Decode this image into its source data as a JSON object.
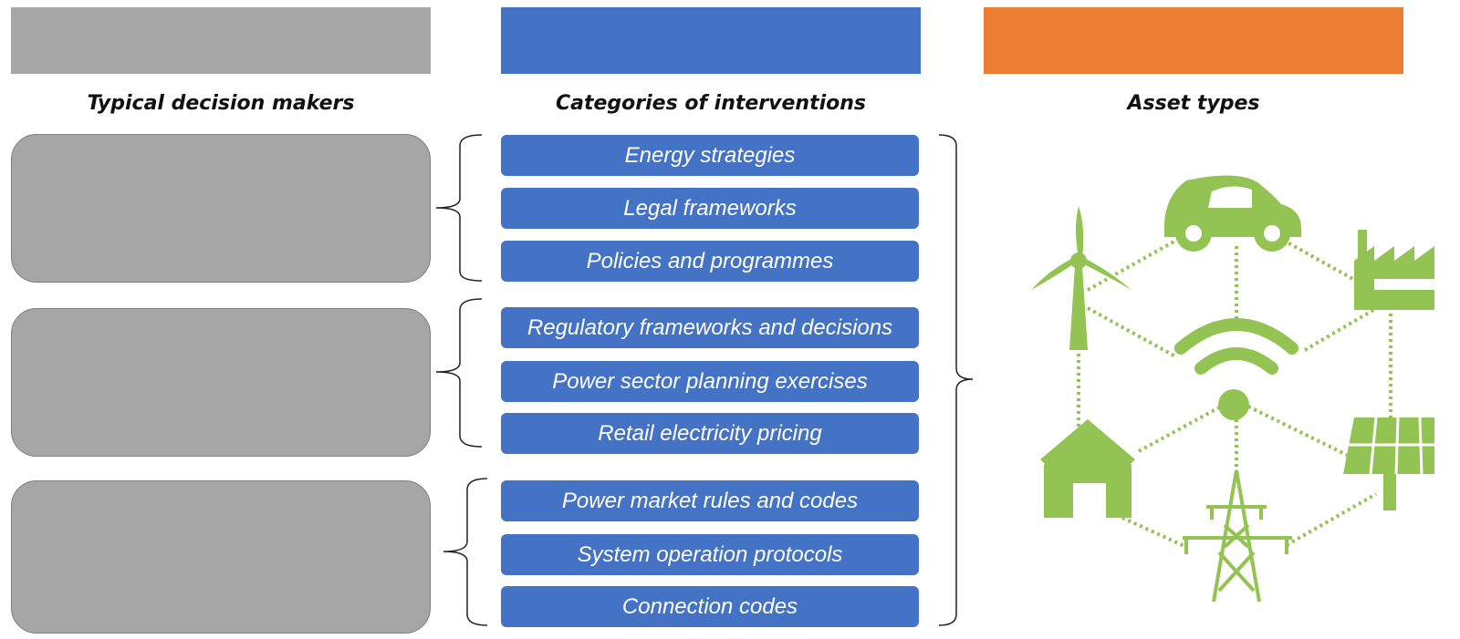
{
  "header_colors": {
    "left": "#a6a6a6",
    "middle": "#4472c4",
    "right": "#ed7d31"
  },
  "column_titles": {
    "left": "Typical decision makers",
    "middle": "Categories of interventions",
    "right": "Asset types"
  },
  "interventions": [
    "Energy strategies",
    "Legal frameworks",
    "Policies and programmes",
    "Regulatory frameworks  and decisions",
    "Power  sector planning exercises",
    "Retail electricity pricing",
    "Power  market rules and codes",
    "System operation protocols",
    "Connection codes"
  ],
  "asset_icons": [
    "wind-turbine-icon",
    "electric-car-icon",
    "factory-icon",
    "wifi-hub-icon",
    "house-icon",
    "transmission-tower-icon",
    "solar-panel-icon"
  ],
  "icon_color": "#92c353"
}
